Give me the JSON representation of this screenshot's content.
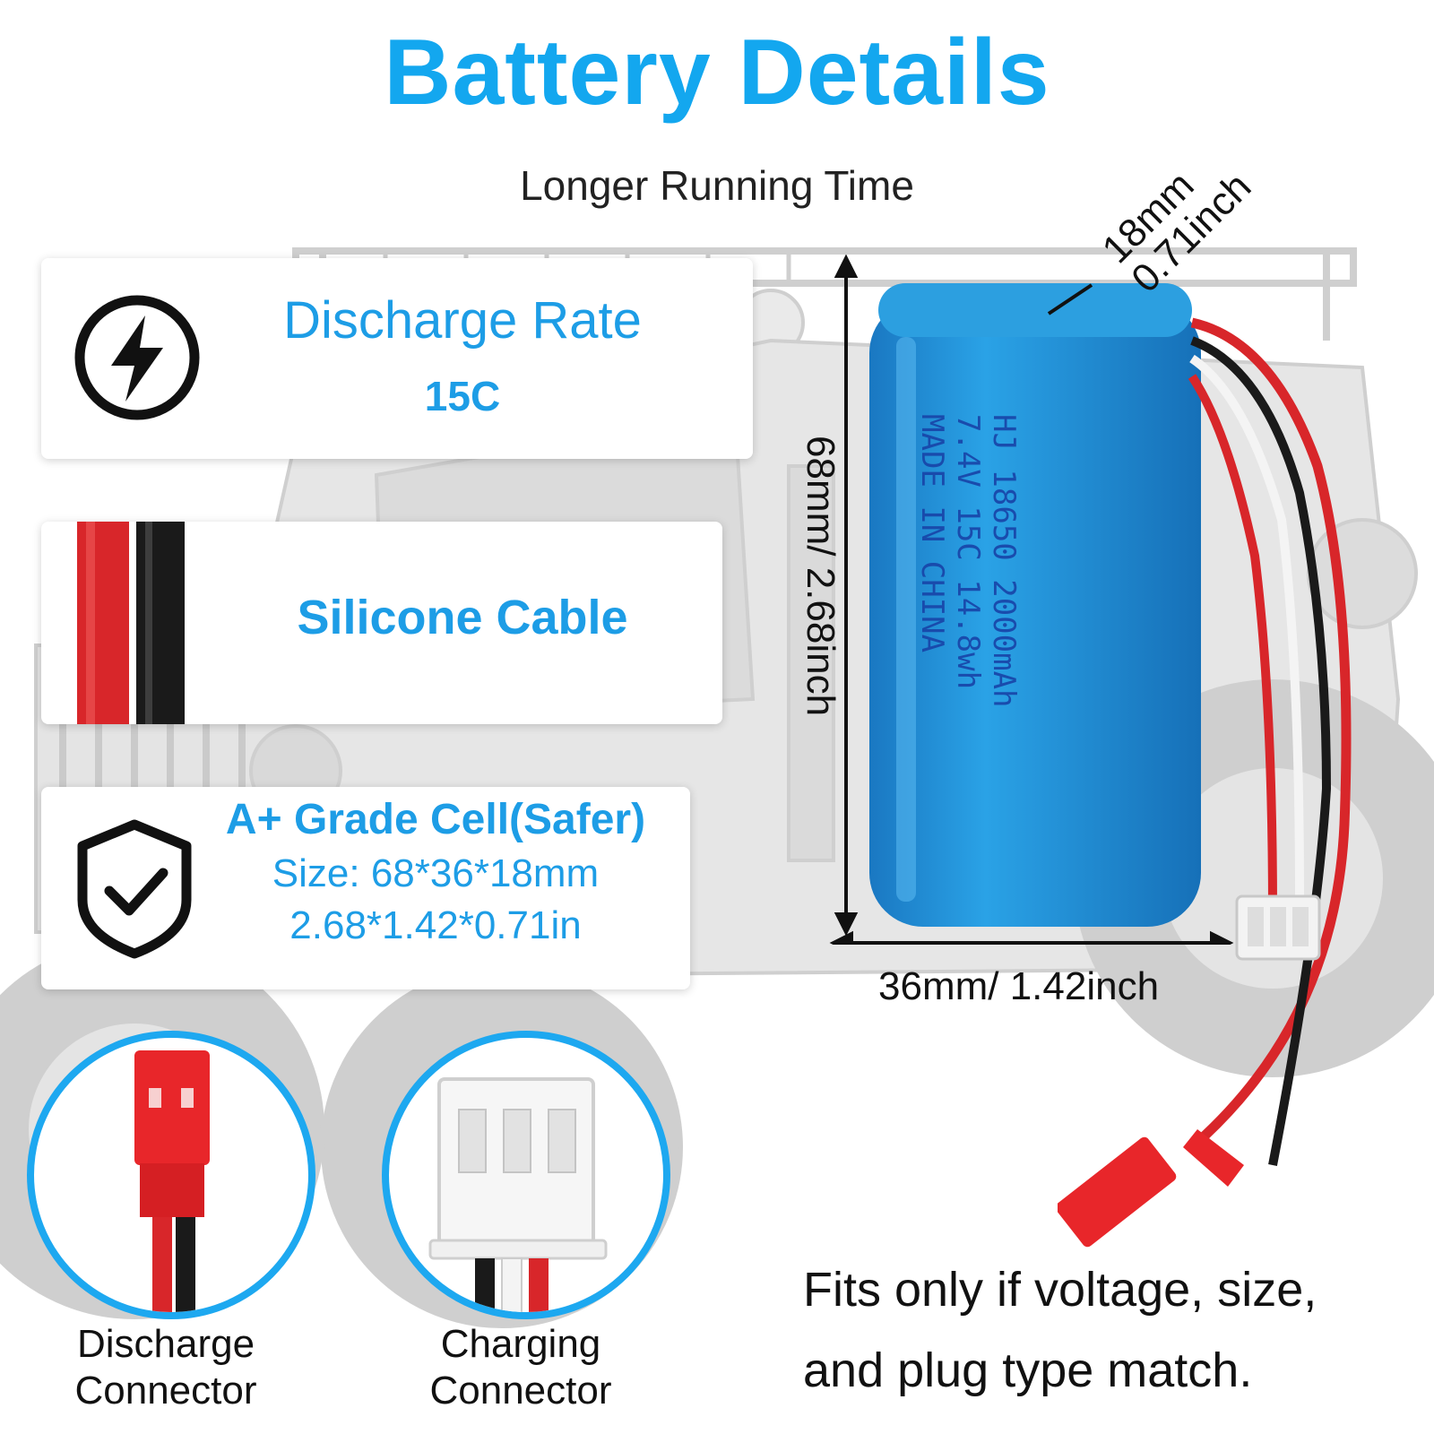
{
  "header": {
    "title": "Battery Details",
    "subtitle": "Longer Running Time"
  },
  "features": {
    "discharge": {
      "icon": "lightning-bolt-icon",
      "title": "Discharge Rate",
      "value": "15C"
    },
    "cable": {
      "icon": "red-black-wires",
      "title": "Silicone Cable"
    },
    "cell": {
      "icon": "shield-check-icon",
      "title": "A+ Grade Cell(Safer)",
      "size_mm": "Size: 68*36*18mm",
      "size_in": "2.68*1.42*0.71in"
    }
  },
  "battery": {
    "label_line1": "HJ 18650 2000mAh",
    "label_line2": "7.4V 15C 14.8wh",
    "label_line3": "MADE IN CHINA",
    "dim_height": "68mm/ 2.68inch",
    "dim_width": "36mm/ 1.42inch",
    "dim_depth_mm": "18mm",
    "dim_depth_in": "0.71inch",
    "color": "#1e8ed6"
  },
  "connectors": {
    "discharge_caption_1": "Discharge",
    "discharge_caption_2": "Connector",
    "charging_caption_1": "Charging",
    "charging_caption_2": "Connector"
  },
  "note": {
    "line1": "Fits only if voltage, size,",
    "line2": "and plug type match."
  },
  "colors": {
    "accent": "#13a7ef",
    "plug_red": "#e8262a"
  }
}
